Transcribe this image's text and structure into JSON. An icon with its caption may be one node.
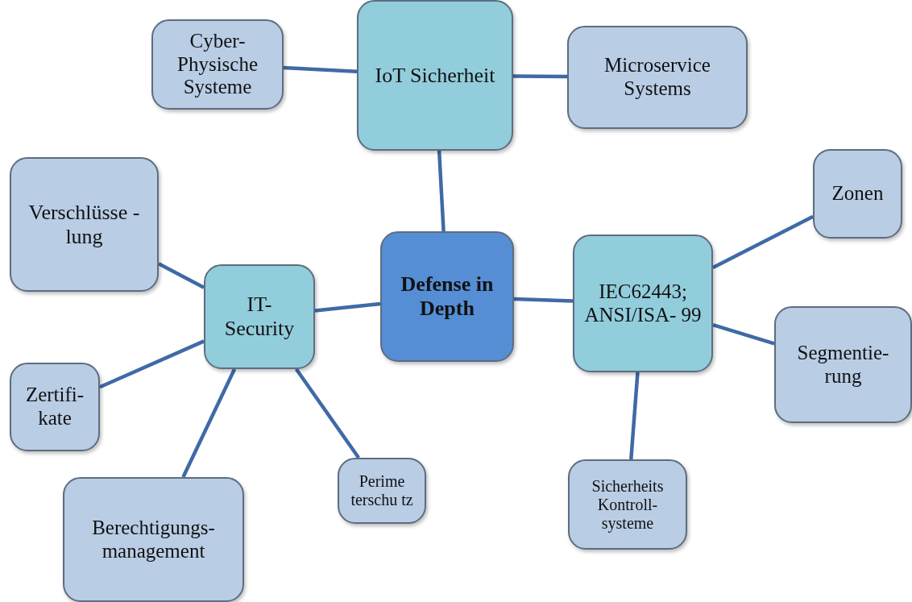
{
  "diagram": {
    "nodes": [
      {
        "text": [
          "Defense in Depth"
        ]
      },
      {
        "text": [
          "IoT Sicherheit"
        ]
      },
      {
        "text": [
          "Cyber- Physische Systeme"
        ]
      },
      {
        "text": [
          "Microservice Systems"
        ]
      },
      {
        "text": [
          "IT- Security"
        ]
      },
      {
        "text": [
          "Verschlüsse -lung"
        ]
      },
      {
        "text": [
          "Zertifi- kate"
        ]
      },
      {
        "text": [
          "Berechtigungs- management"
        ]
      },
      {
        "text": [
          "Perime terschu tz"
        ]
      },
      {
        "text": [
          "IEC62443; ANSI/ISA- 99"
        ]
      },
      {
        "text": [
          "Zonen"
        ]
      },
      {
        "text": [
          "Segmentie- rung"
        ]
      },
      {
        "text": [
          "Sicherheits Kontroll- systeme"
        ]
      }
    ],
    "edges": [
      {
        "from": 0,
        "to": 1,
        "arrow": "none"
      },
      {
        "from": 1,
        "to": 2,
        "arrow": "none"
      },
      {
        "from": 1,
        "to": 3,
        "arrow": "none"
      },
      {
        "from": 0,
        "to": 4,
        "arrow": "none"
      },
      {
        "from": 4,
        "to": 5,
        "arrow": "none"
      },
      {
        "from": 4,
        "to": 6,
        "arrow": "none"
      },
      {
        "from": 4,
        "to": 7,
        "arrow": "none"
      },
      {
        "from": 4,
        "to": 8,
        "arrow": "none"
      },
      {
        "from": 0,
        "to": 9,
        "arrow": "none"
      },
      {
        "from": 9,
        "to": 10,
        "arrow": "none"
      },
      {
        "from": 9,
        "to": 11,
        "arrow": "none"
      },
      {
        "from": 9,
        "to": 12,
        "arrow": "none"
      }
    ]
  }
}
